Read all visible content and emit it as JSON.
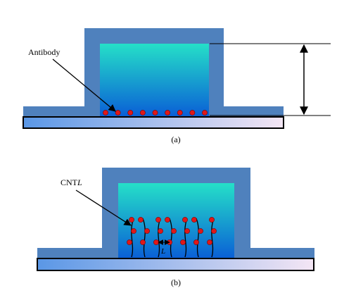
{
  "panel_a": {
    "caption": "(a)",
    "label_antibody": "Antibody",
    "antibody_count": 9
  },
  "panel_b": {
    "caption": "(b)",
    "label_cnt_prefix": "CNT",
    "label_cnt_suffix": "L",
    "spacing_label": "L",
    "cnt_count": 7
  },
  "colors": {
    "frame": "#4f81bd",
    "chamber_top": "#25e0c8",
    "chamber_bottom": "#0a5fd6",
    "substrate_left": "#5a97e6",
    "substrate_right": "#f4e6f4",
    "particle": "#e01818",
    "outline": "#000000"
  }
}
